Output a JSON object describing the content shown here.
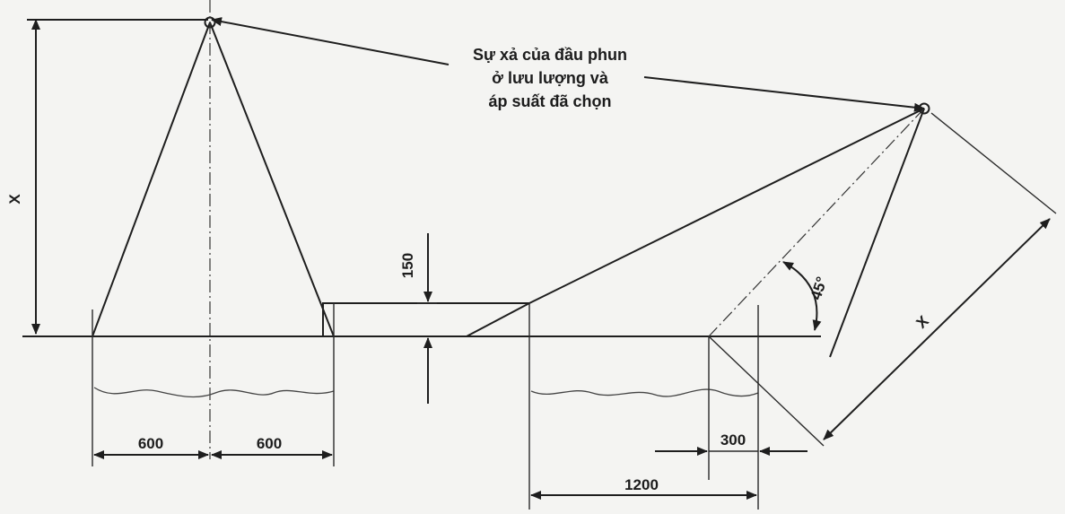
{
  "annotation": {
    "line1": "Sự xả của đầu phun",
    "line2": "ở lưu lượng và",
    "line3": "áp suất đã chọn"
  },
  "dimensions": {
    "left_height": "X",
    "right_height": "X",
    "half_left": "600",
    "half_right": "600",
    "step": "150",
    "angle": "45°",
    "offset": "300",
    "span": "1200"
  },
  "colors": {
    "line": "#1e1e1e",
    "background": "#f4f4f2"
  }
}
